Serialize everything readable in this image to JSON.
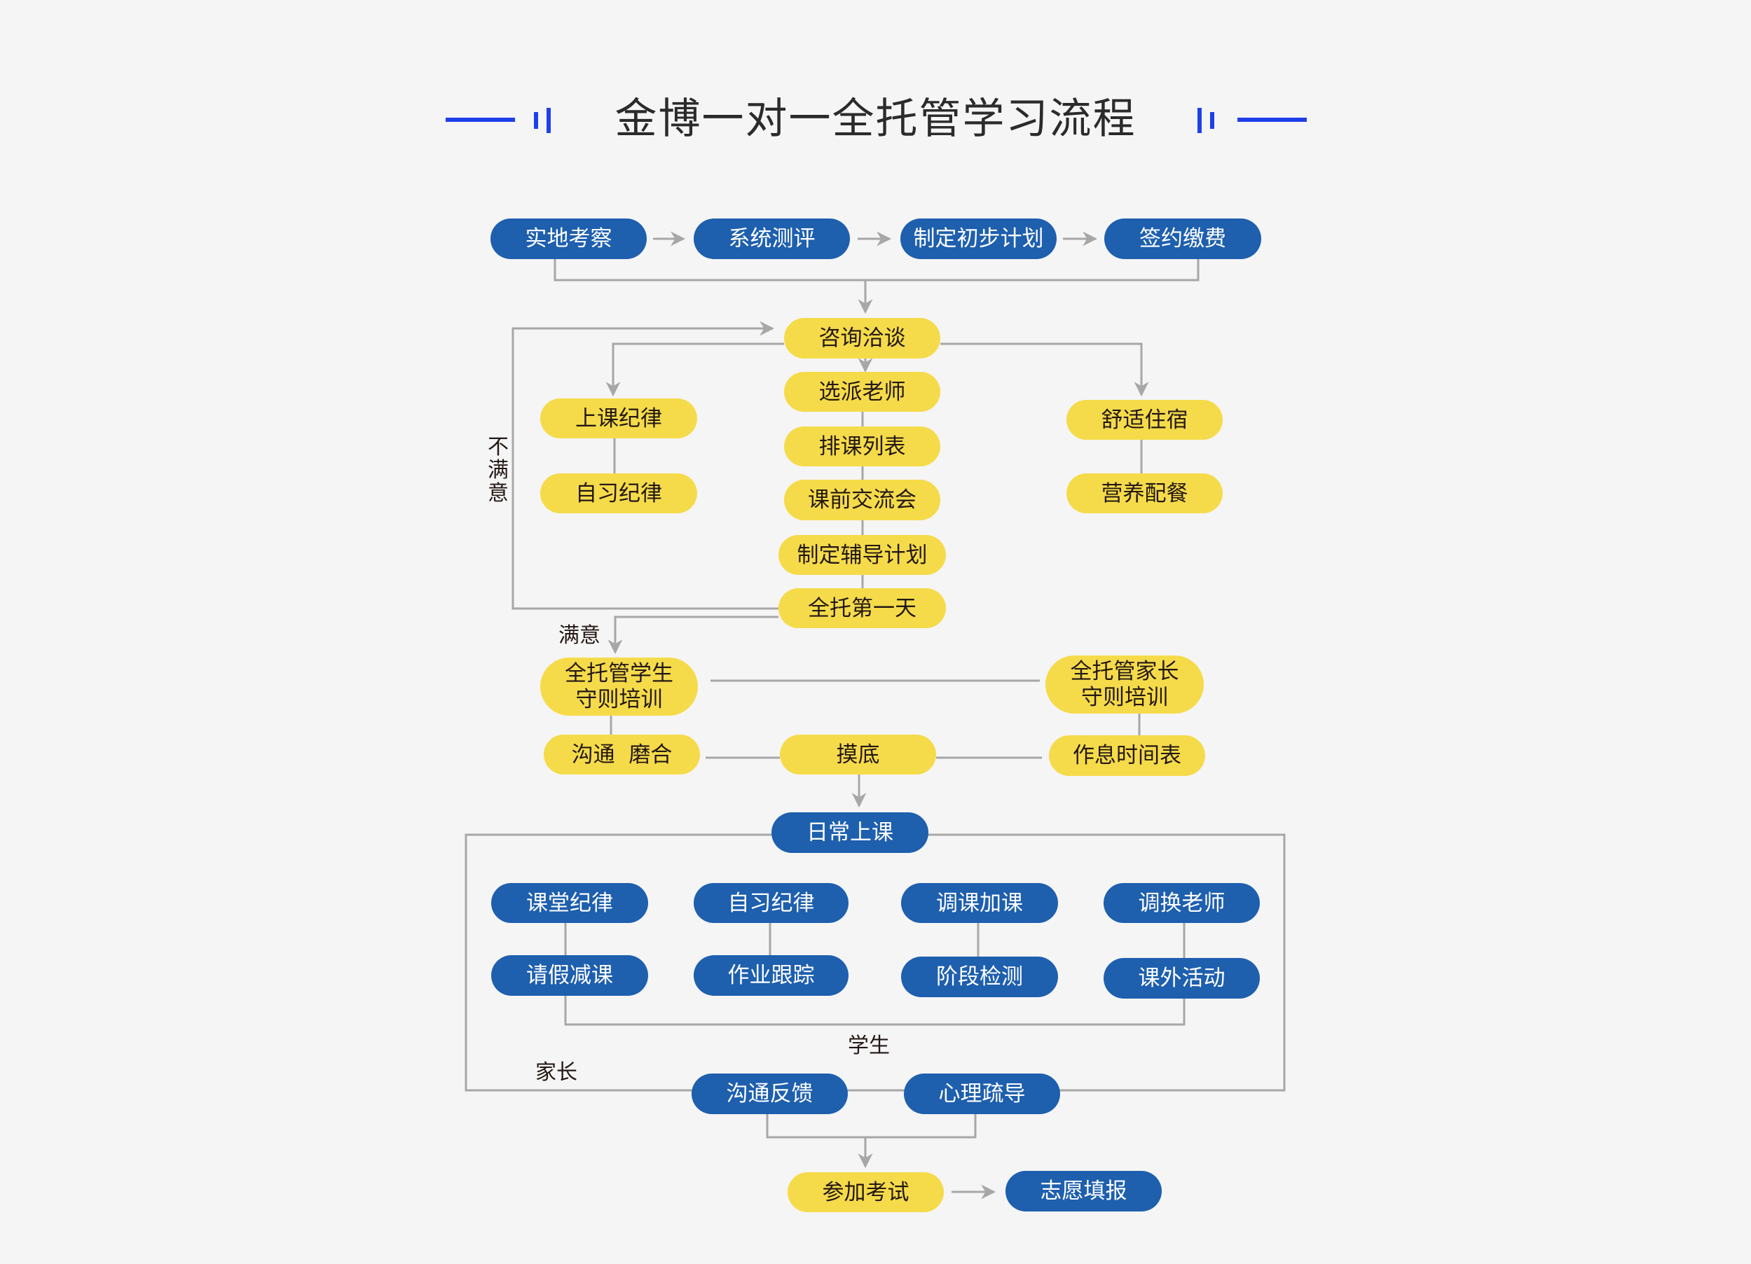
{
  "title": "金博一对一全托管学习流程",
  "colors": {
    "accent": "#1f3fea",
    "blue_node": "#1e5fae",
    "yellow_node": "#f5db4a",
    "line": "#a7a7a7",
    "text_dark": "#231815",
    "background": "#f5f5f5"
  },
  "enrollment": [
    "实地考察",
    "系统测评",
    "制定初步计划",
    "签约缴费"
  ],
  "consult": "咨询洽谈",
  "left_branch": [
    "上课纪律",
    "自习纪律"
  ],
  "center_chain": [
    "选派老师",
    "排课列表",
    "课前交流会",
    "制定辅导计划",
    "全托第一天"
  ],
  "right_branch": [
    "舒适住宿",
    "营养配餐"
  ],
  "labels": {
    "unsatisfied": "不满意",
    "satisfied": "满意",
    "student": "学生",
    "parent": "家长"
  },
  "training": {
    "student_rules": "全托管学生\n守则培训",
    "parent_rules": "全托管家长\n守则培训",
    "adapt": "沟通  磨合",
    "assess": "摸底",
    "schedule": "作息时间表"
  },
  "daily": {
    "title": "日常上课",
    "row1": [
      "课堂纪律",
      "自习纪律",
      "调课加课",
      "调换老师"
    ],
    "row2": [
      "请假减课",
      "作业跟踪",
      "阶段检测",
      "课外活动"
    ]
  },
  "support": [
    "沟通反馈",
    "心理疏导"
  ],
  "final": {
    "exam": "参加考试",
    "application": "志愿填报"
  }
}
